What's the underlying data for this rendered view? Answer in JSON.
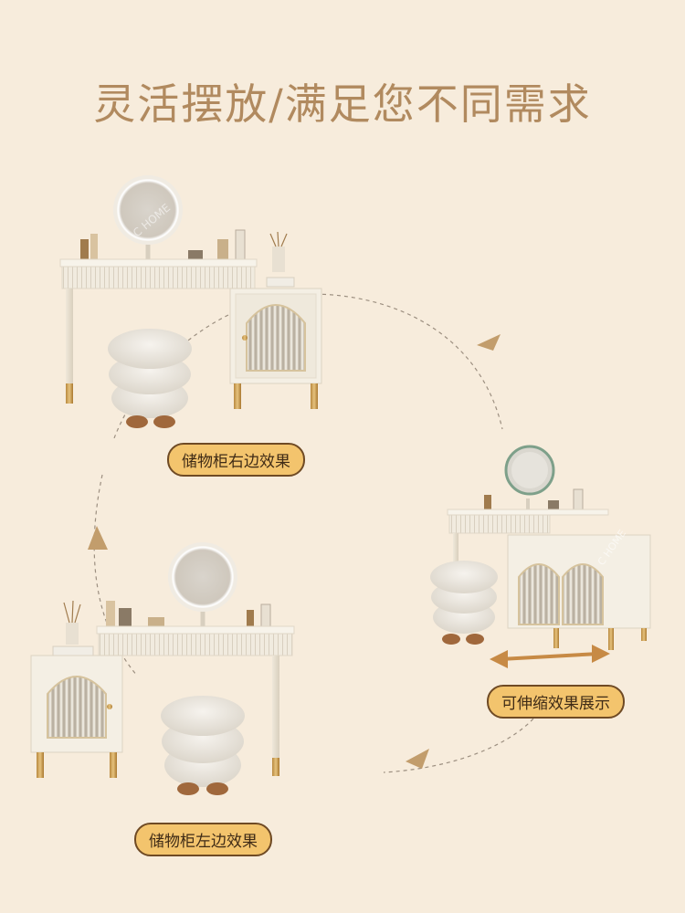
{
  "title": "灵活摆放/满足您不同需求",
  "labels": {
    "right": "储物柜右边效果",
    "extend": "可伸缩效果展示",
    "left": "储物柜左边效果"
  },
  "watermark": "C HOME",
  "colors": {
    "background": "#f7ecdc",
    "title": "#b18a5f",
    "label_fill": "#f3c46d",
    "label_border": "#6f4a24",
    "cream": "#f4efe4",
    "gold": "#c9a15a",
    "arrow": "#c29d6c"
  }
}
